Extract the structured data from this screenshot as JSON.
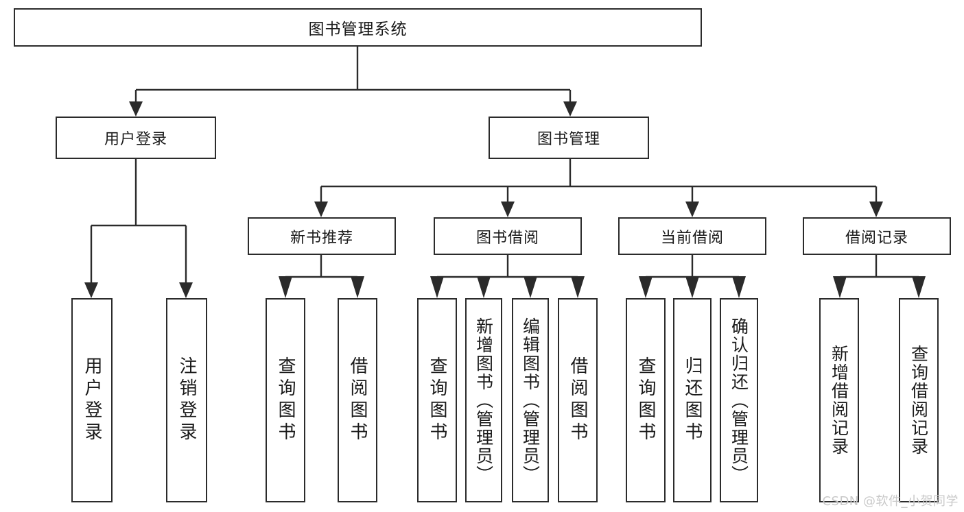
{
  "diagram": {
    "title": "图书管理系统",
    "watermark": "CSDN @软件_小贺同学",
    "colors": {
      "stroke": "#2b2b2b",
      "box_fill": "#ffffff",
      "text": "#1a1a1a",
      "watermark": "#c9c9c9",
      "background": "#ffffff"
    },
    "root": {
      "label": "图书管理系统"
    },
    "level2": [
      {
        "label": "用户登录"
      },
      {
        "label": "图书管理"
      }
    ],
    "level3": [
      {
        "label": "新书推荐"
      },
      {
        "label": "图书借阅"
      },
      {
        "label": "当前借阅"
      },
      {
        "label": "借阅记录"
      }
    ],
    "leaves": {
      "user_login": [
        {
          "label": "用户登录"
        },
        {
          "label": "注销登录"
        }
      ],
      "new_book_recommend": [
        {
          "label": "查询图书"
        },
        {
          "label": "借阅图书"
        }
      ],
      "book_borrow": [
        {
          "label": "查询图书"
        },
        {
          "label": "新增图书（管理员）"
        },
        {
          "label": "编辑图书（管理员）"
        },
        {
          "label": "借阅图书"
        }
      ],
      "current_borrow": [
        {
          "label": "查询图书"
        },
        {
          "label": "归还图书"
        },
        {
          "label": "确认归还（管理员）"
        }
      ],
      "borrow_record": [
        {
          "label": "新增借阅记录"
        },
        {
          "label": "查询借阅记录"
        }
      ]
    }
  },
  "chart_data": {
    "type": "tree",
    "title": "图书管理系统",
    "nodes": [
      {
        "id": "root",
        "label": "图书管理系统",
        "level": 0,
        "parent": null
      },
      {
        "id": "n1",
        "label": "用户登录",
        "level": 1,
        "parent": "root"
      },
      {
        "id": "n2",
        "label": "图书管理",
        "level": 1,
        "parent": "root"
      },
      {
        "id": "n1a",
        "label": "用户登录",
        "level": 2,
        "parent": "n1"
      },
      {
        "id": "n1b",
        "label": "注销登录",
        "level": 2,
        "parent": "n1"
      },
      {
        "id": "n2a",
        "label": "新书推荐",
        "level": 2,
        "parent": "n2"
      },
      {
        "id": "n2b",
        "label": "图书借阅",
        "level": 2,
        "parent": "n2"
      },
      {
        "id": "n2c",
        "label": "当前借阅",
        "level": 2,
        "parent": "n2"
      },
      {
        "id": "n2d",
        "label": "借阅记录",
        "level": 2,
        "parent": "n2"
      },
      {
        "id": "n2a1",
        "label": "查询图书",
        "level": 3,
        "parent": "n2a"
      },
      {
        "id": "n2a2",
        "label": "借阅图书",
        "level": 3,
        "parent": "n2a"
      },
      {
        "id": "n2b1",
        "label": "查询图书",
        "level": 3,
        "parent": "n2b"
      },
      {
        "id": "n2b2",
        "label": "新增图书（管理员）",
        "level": 3,
        "parent": "n2b"
      },
      {
        "id": "n2b3",
        "label": "编辑图书（管理员）",
        "level": 3,
        "parent": "n2b"
      },
      {
        "id": "n2b4",
        "label": "借阅图书",
        "level": 3,
        "parent": "n2b"
      },
      {
        "id": "n2c1",
        "label": "查询图书",
        "level": 3,
        "parent": "n2c"
      },
      {
        "id": "n2c2",
        "label": "归还图书",
        "level": 3,
        "parent": "n2c"
      },
      {
        "id": "n2c3",
        "label": "确认归还（管理员）",
        "level": 3,
        "parent": "n2c"
      },
      {
        "id": "n2d1",
        "label": "新增借阅记录",
        "level": 3,
        "parent": "n2d"
      },
      {
        "id": "n2d2",
        "label": "查询借阅记录",
        "level": 3,
        "parent": "n2d"
      }
    ],
    "orientation": "top-down",
    "edge_style": "orthogonal-arrow"
  }
}
